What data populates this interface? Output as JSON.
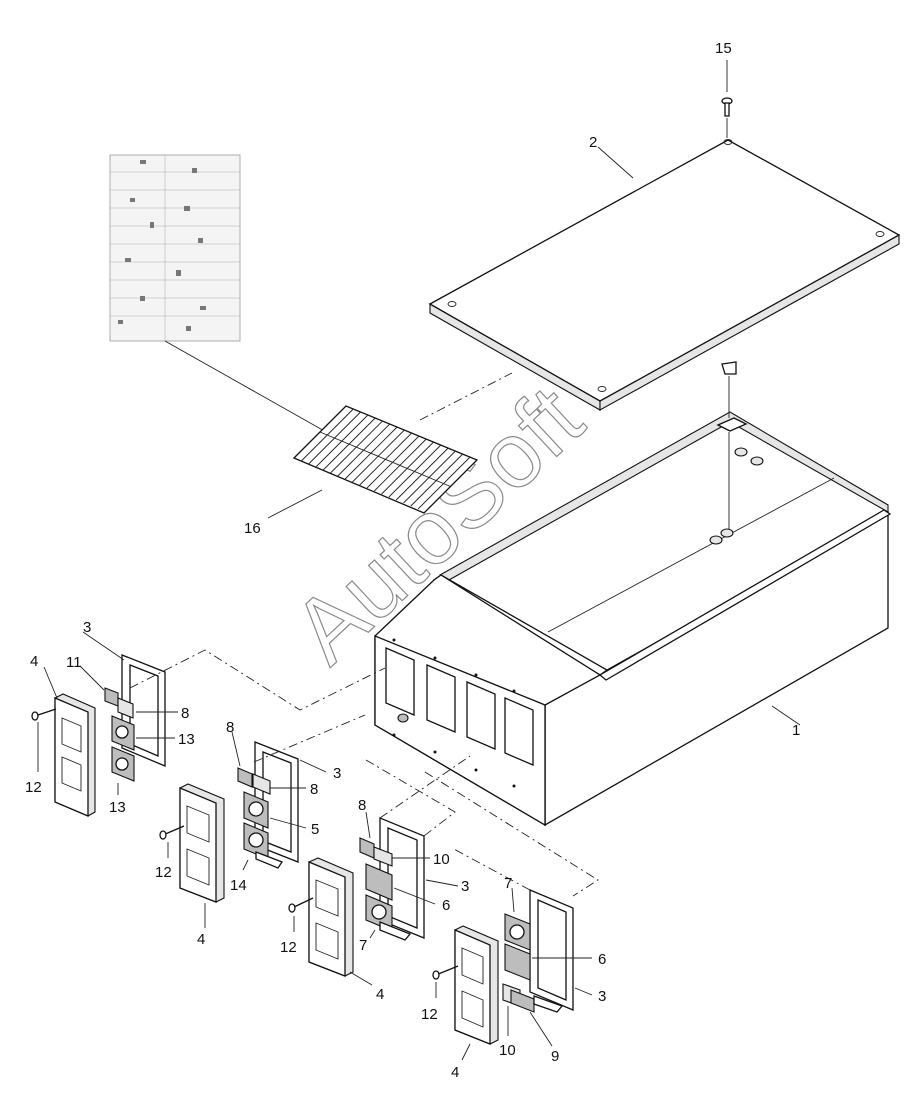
{
  "watermark": "AutoSoft",
  "labels": {
    "l1": "1",
    "l2": "2",
    "l3a": "3",
    "l3b": "3",
    "l3c": "3",
    "l3d": "3",
    "l4a": "4",
    "l4b": "4",
    "l4c": "4",
    "l4d": "4",
    "l5": "5",
    "l6a": "6",
    "l6b": "6",
    "l7a": "7",
    "l7b": "7",
    "l8a": "8",
    "l8b": "8",
    "l8c": "8",
    "l8d": "8",
    "l9": "9",
    "l10a": "10",
    "l10b": "10",
    "l11": "11",
    "l12a": "12",
    "l12b": "12",
    "l12c": "12",
    "l12d": "12",
    "l13a": "13",
    "l13b": "13",
    "l14": "14",
    "l15": "15",
    "l16": "16"
  }
}
